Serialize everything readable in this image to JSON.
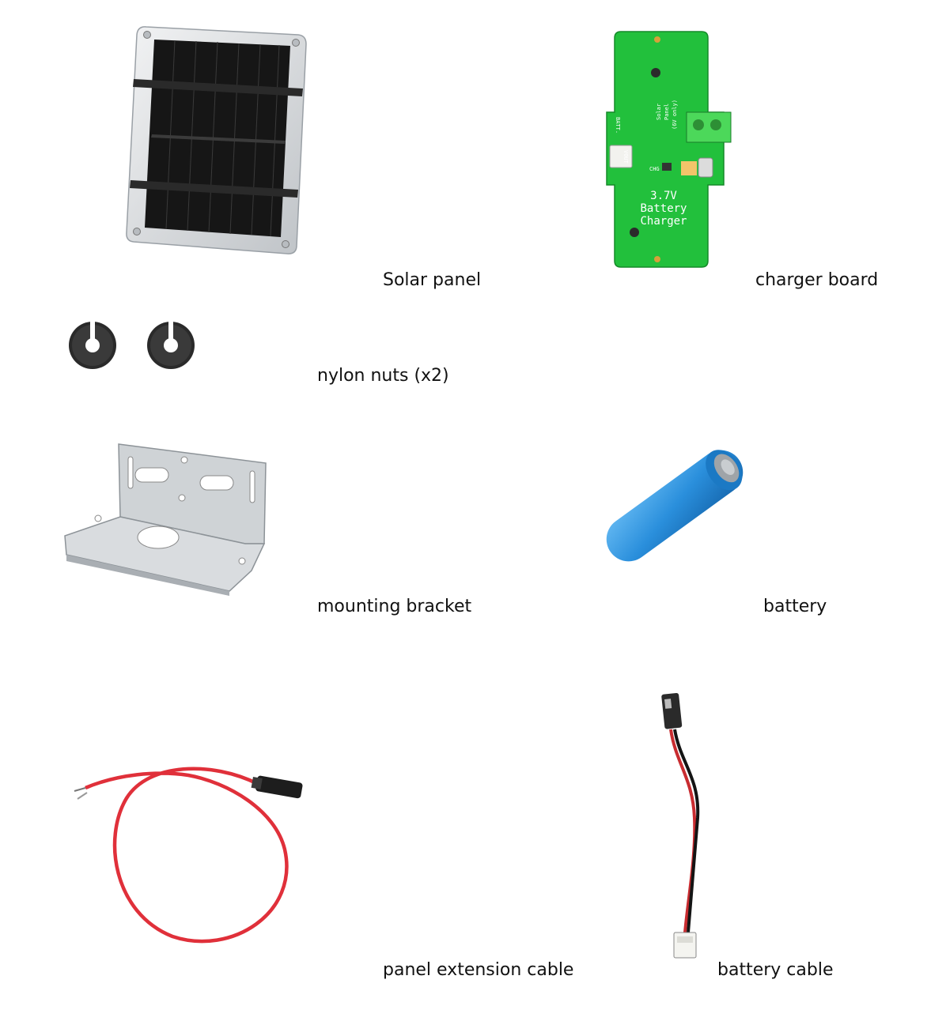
{
  "parts": {
    "solar_panel": {
      "label": "Solar panel",
      "icon": "solar-panel-icon"
    },
    "charger_board": {
      "label": "charger board",
      "icon": "charger-board-icon",
      "silkscreen": {
        "line1": "3.7V",
        "line2": "Battery",
        "line3": "Charger",
        "batt": "BATT.",
        "vout": "VOUT",
        "chg": "CHG",
        "solar": "Solar",
        "panel": "Panel",
        "only": "(6V only)"
      }
    },
    "nylon_nuts": {
      "label": "nylon nuts (x2)",
      "icon": "nylon-nut-icon"
    },
    "mounting_bracket": {
      "label": "mounting bracket",
      "icon": "mounting-bracket-icon"
    },
    "battery": {
      "label": "battery",
      "icon": "battery-icon"
    },
    "panel_extension_cable": {
      "label": "panel extension cable",
      "icon": "panel-extension-cable-icon"
    },
    "battery_cable": {
      "label": "battery cable",
      "icon": "battery-cable-icon"
    }
  },
  "colors": {
    "pcb_green": "#1fbf3a",
    "terminal_green": "#3fcf4a",
    "battery_blue": "#2a8fdc",
    "cable_red": "#e0303a",
    "panel_black": "#1a1a1a",
    "frame_silver": "#d4d7da"
  }
}
